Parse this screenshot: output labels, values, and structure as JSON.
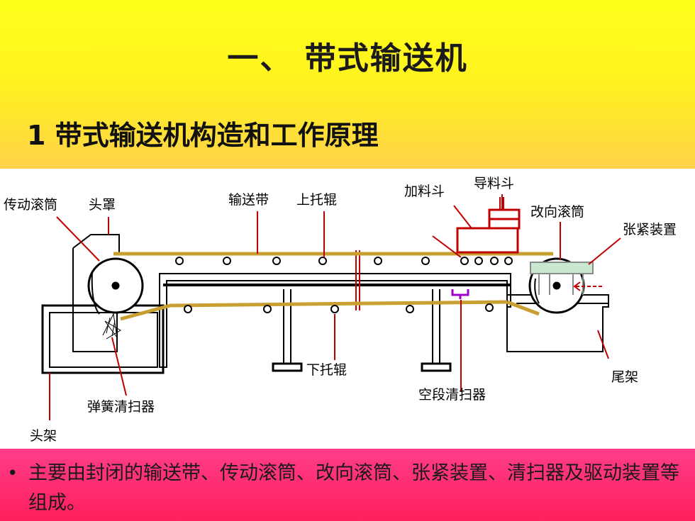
{
  "slide": {
    "title": "一、 带式输送机",
    "subtitle": "1 带式输送机构造和工作原理",
    "summary": "主要由封闭的输送带、传动滚筒、改向滚筒、张紧装置、清扫器及驱动装置等组成。"
  },
  "diagram_labels": {
    "drive_pulley": "传动滚筒",
    "head_cover": "头罩",
    "conveyor_belt": "输送带",
    "upper_idler": "上托辊",
    "feed_hopper": "加料斗",
    "guide_chute": "导料斗",
    "bend_pulley": "改向滚筒",
    "take_up_device": "张紧装置",
    "lower_idler": "下托辊",
    "tail_frame": "尾架",
    "spring_cleaner": "弹簧清扫器",
    "return_cleaner": "空段清扫器",
    "head_frame": "头架"
  },
  "colors": {
    "belt": "#c8a032",
    "frame": "#000000",
    "pointer": "#c00000",
    "takeup": "#c8e8d0",
    "cleaner": "#a000c8",
    "header_top": "#ffff1a",
    "footer": "#ff1f5c"
  }
}
